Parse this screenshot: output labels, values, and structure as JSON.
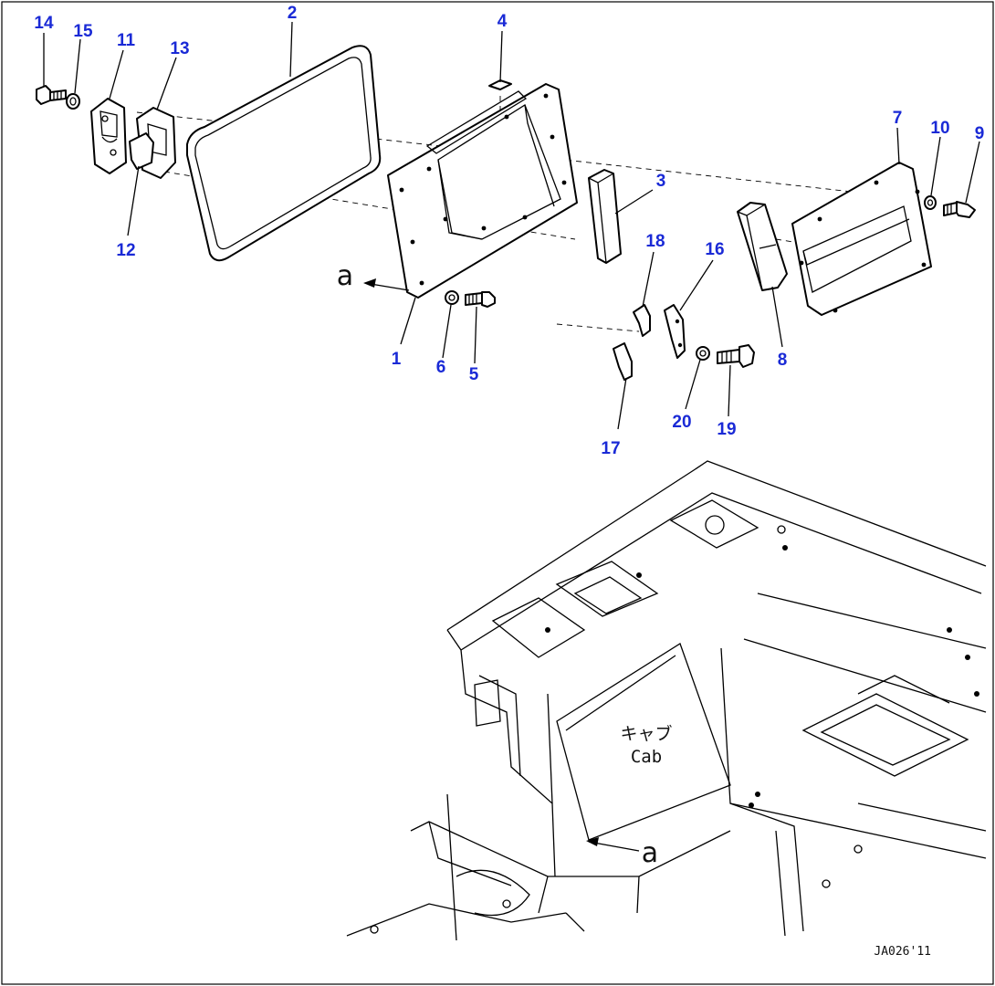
{
  "callouts": [
    {
      "id": "c1",
      "text": "1"
    },
    {
      "id": "c2",
      "text": "2"
    },
    {
      "id": "c3",
      "text": "3"
    },
    {
      "id": "c4",
      "text": "4"
    },
    {
      "id": "c5",
      "text": "5"
    },
    {
      "id": "c6",
      "text": "6"
    },
    {
      "id": "c7",
      "text": "7"
    },
    {
      "id": "c8",
      "text": "8"
    },
    {
      "id": "c9",
      "text": "9"
    },
    {
      "id": "c10",
      "text": "10"
    },
    {
      "id": "c11",
      "text": "11"
    },
    {
      "id": "c12",
      "text": "12"
    },
    {
      "id": "c13",
      "text": "13"
    },
    {
      "id": "c14",
      "text": "14"
    },
    {
      "id": "c15",
      "text": "15"
    },
    {
      "id": "c16",
      "text": "16"
    },
    {
      "id": "c17",
      "text": "17"
    },
    {
      "id": "c18",
      "text": "18"
    },
    {
      "id": "c19",
      "text": "19"
    },
    {
      "id": "c20",
      "text": "20"
    }
  ],
  "reference_marks": {
    "top": "a",
    "bottom": "a"
  },
  "cab_label": {
    "japanese": "キャブ",
    "english": "Cab"
  },
  "drawing_code": "JA026'11",
  "colors": {
    "callout": "#1a2ad6",
    "line": "#000000",
    "background": "#ffffff"
  }
}
